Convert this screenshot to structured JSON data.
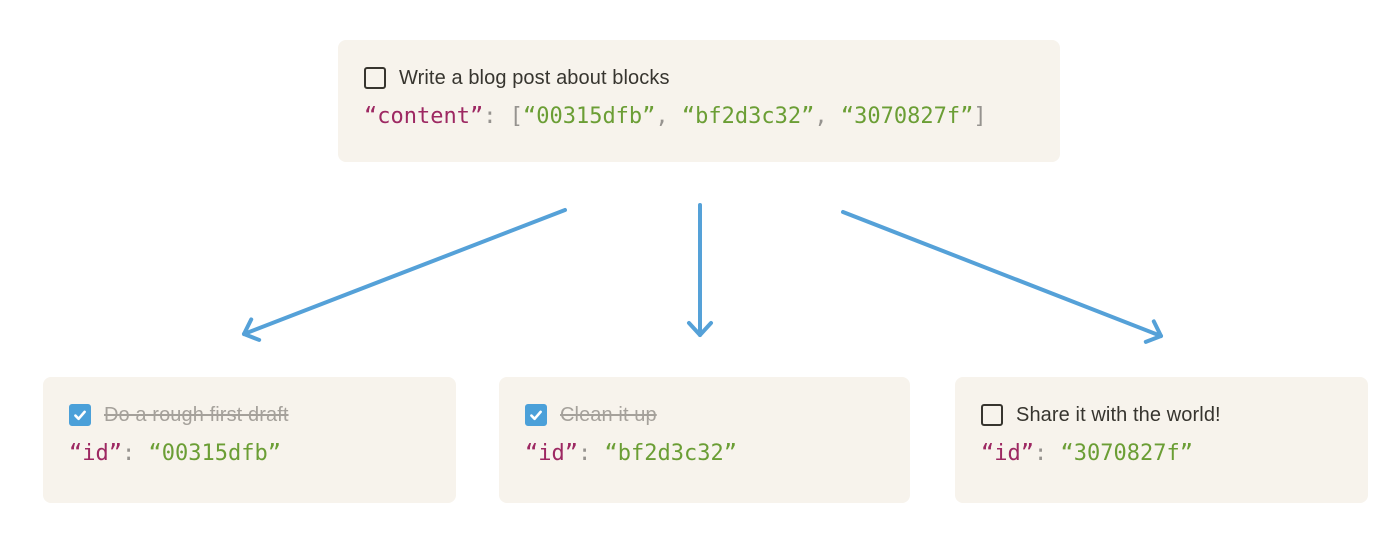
{
  "diagram": {
    "parent": {
      "title": "Write a blog post about blocks",
      "checked": false,
      "code": [
        {
          "text": "“content”",
          "type": "key"
        },
        {
          "text": ": ",
          "type": "punctuation"
        },
        {
          "text": "[",
          "type": "punctuation"
        },
        {
          "text": "“00315dfb”",
          "type": "string"
        },
        {
          "text": ", ",
          "type": "punctuation"
        },
        {
          "text": "“bf2d3c32”",
          "type": "string"
        },
        {
          "text": ", ",
          "type": "punctuation"
        },
        {
          "text": "“3070827f”",
          "type": "string"
        },
        {
          "text": "]",
          "type": "punctuation"
        }
      ]
    },
    "subtasks": [
      {
        "title": "Do a rough first draft",
        "checked": true,
        "code": [
          {
            "text": "“id”",
            "type": "key"
          },
          {
            "text": ": ",
            "type": "punctuation"
          },
          {
            "text": "“00315dfb”",
            "type": "string"
          }
        ]
      },
      {
        "title": "Clean it up",
        "checked": true,
        "code": [
          {
            "text": "“id”",
            "type": "key"
          },
          {
            "text": ": ",
            "type": "punctuation"
          },
          {
            "text": "“bf2d3c32”",
            "type": "string"
          }
        ]
      },
      {
        "title": "Share it with the world!",
        "checked": false,
        "code": [
          {
            "text": "“id”",
            "type": "key"
          },
          {
            "text": ": ",
            "type": "punctuation"
          },
          {
            "text": "“3070827f”",
            "type": "string"
          }
        ]
      }
    ]
  },
  "colors": {
    "card_background": "#f7f3ec",
    "title_text": "#37352f",
    "completed_text": "#a5a19b",
    "code_key": "#9d2862",
    "code_punctuation": "#96938f",
    "code_string": "#6b9e35",
    "checkbox_checked": "#4ba0d9",
    "arrow": "#55a1d8"
  }
}
